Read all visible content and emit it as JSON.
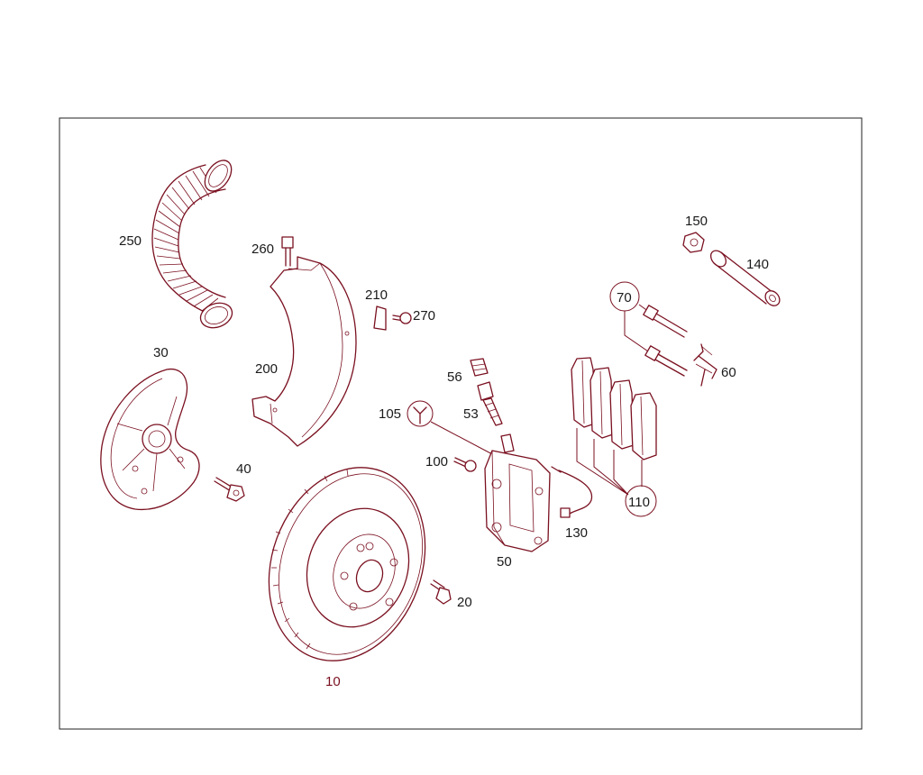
{
  "colors": {
    "line": "#7a1020",
    "text": "#1a1a1a",
    "background": "#ffffff",
    "frame": "#222222"
  },
  "labels": {
    "p10": "10",
    "p20": "20",
    "p30": "30",
    "p40": "40",
    "p50": "50",
    "p53": "53",
    "p56": "56",
    "p60": "60",
    "p70": "70",
    "p100": "100",
    "p105": "105",
    "p110": "110",
    "p130": "130",
    "p140": "140",
    "p150": "150",
    "p200": "200",
    "p210": "210",
    "p250": "250",
    "p260": "260",
    "p270": "270"
  },
  "icons": {
    "p105": "wrench-icon"
  }
}
